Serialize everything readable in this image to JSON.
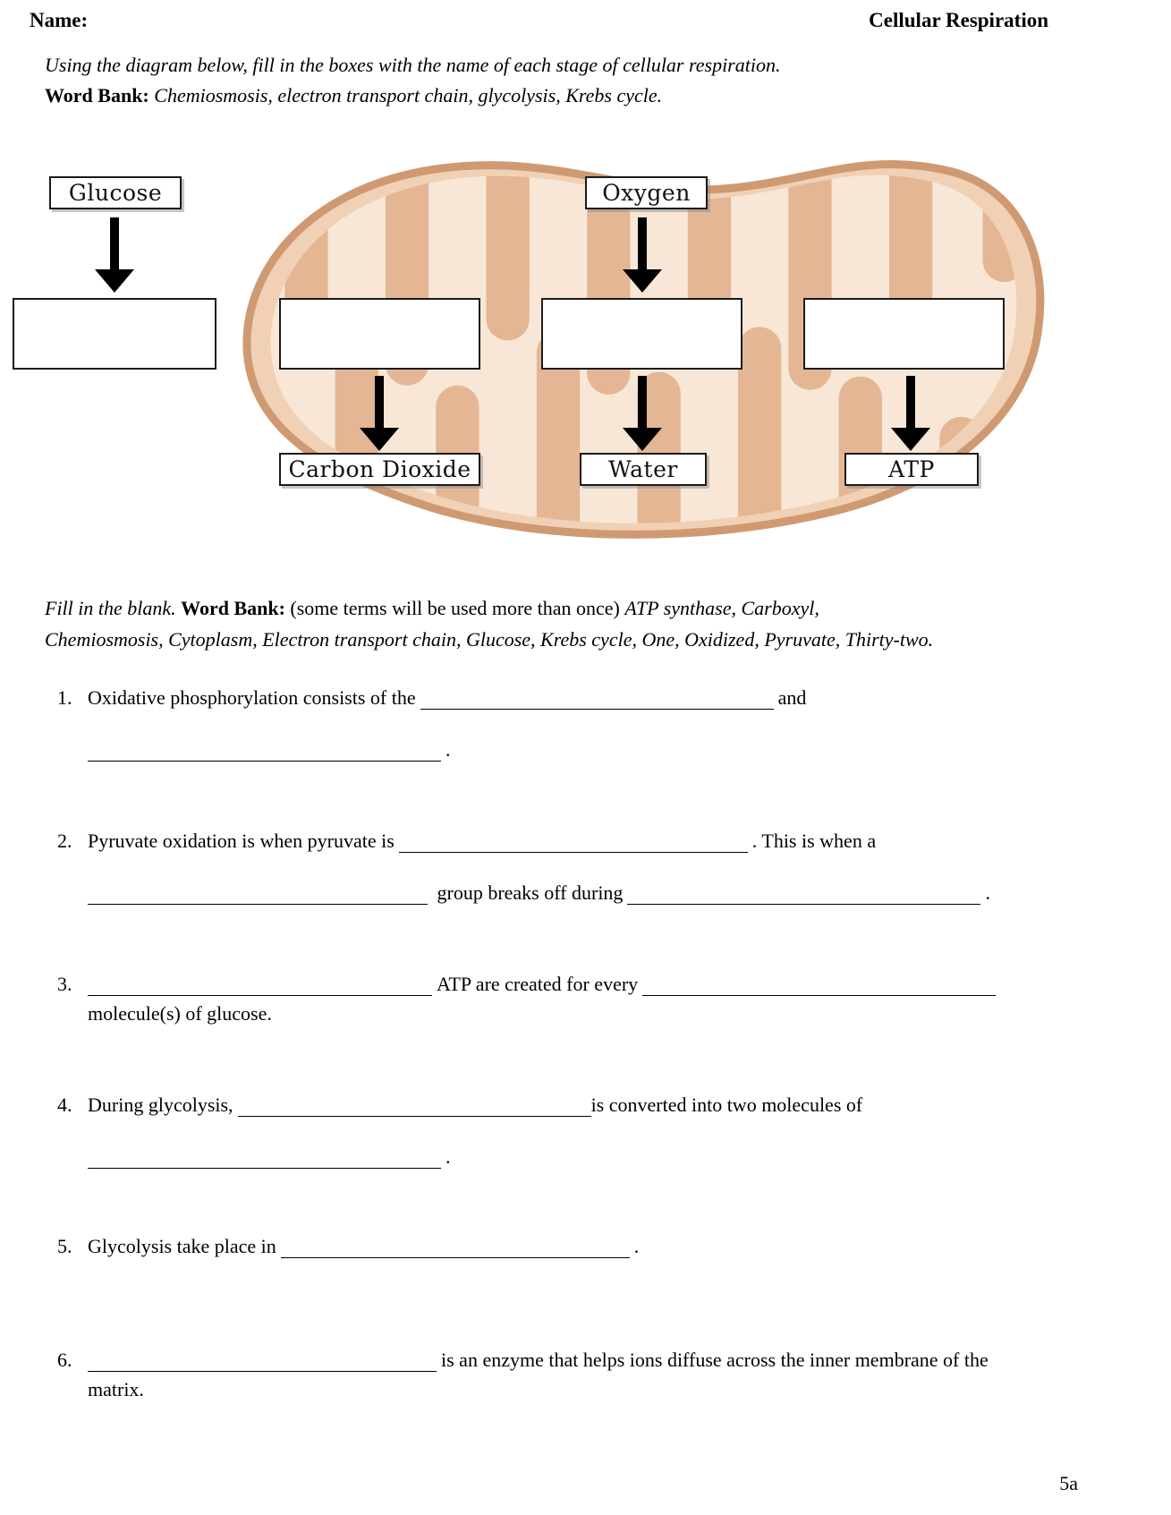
{
  "header": {
    "name_label": "Name:",
    "title": "Cellular Respiration"
  },
  "instructions": {
    "line1": "Using the diagram below, fill in the boxes with the name of each stage of cellular respiration.",
    "word_bank_label": "Word Bank:",
    "word_bank_terms": "Chemiosmosis, electron transport chain, glycolysis, Krebs cycle."
  },
  "diagram": {
    "glucose_label": "Glucose",
    "oxygen_label": "Oxygen",
    "carbon_dioxide_label": "Carbon Dioxide",
    "water_label": "Water",
    "atp_label": "ATP",
    "colors": {
      "outer_membrane": "#cf9a72",
      "membrane_fill": "#f1d1b6",
      "matrix_fill": "#f8e7d7",
      "cristae_fill": "#e4b694"
    }
  },
  "fill_blank_section": {
    "intro_italic": "Fill in the blank.",
    "word_bank_label": "Word Bank:",
    "note": "(some terms will be used more than once)",
    "terms_line1": "ATP synthase, Carboxyl,",
    "terms_line2": "Chemiosmosis, Cytoplasm, Electron transport chain, Glucose, Krebs cycle, One, Oxidized, Pyruvate, Thirty-two."
  },
  "questions": [
    {
      "num": "1.",
      "t1": "Oxidative phosphorylation consists of the",
      "t2": "and",
      "t3": "."
    },
    {
      "num": "2.",
      "t1": "Pyruvate oxidation is when pyruvate is",
      "t2": ". This is when a",
      "t3": "group breaks off during",
      "t4": "."
    },
    {
      "num": "3.",
      "t1": "ATP are created for every",
      "t2": "molecule(s) of glucose."
    },
    {
      "num": "4.",
      "t1": "During glycolysis,",
      "t2": "is converted into two molecules of",
      "t3": "."
    },
    {
      "num": "5.",
      "t1": "Glycolysis take place in",
      "t2": "."
    },
    {
      "num": "6.",
      "t1": "is an enzyme that helps ions diffuse across the inner membrane of the",
      "t2": "matrix."
    }
  ],
  "footer": {
    "page_label": "5a"
  }
}
